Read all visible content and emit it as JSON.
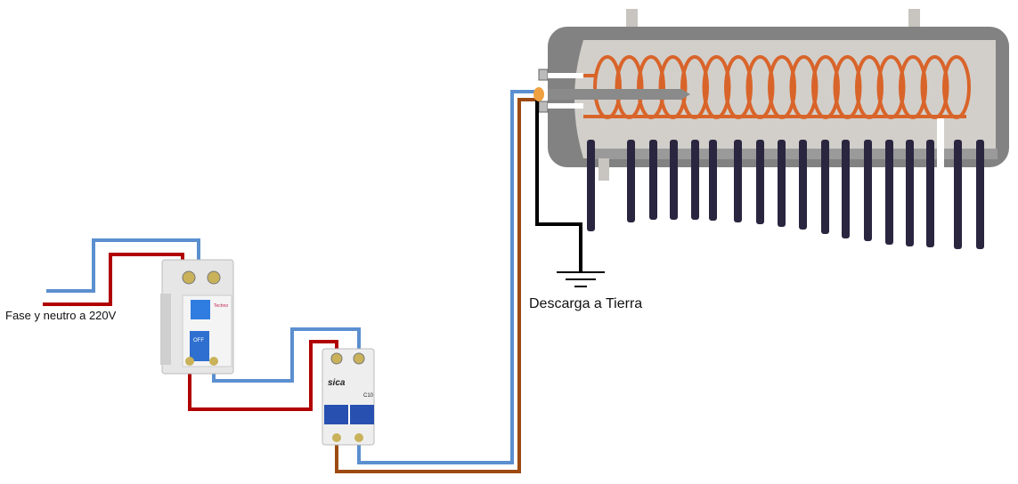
{
  "labels": {
    "supply": "Fase y neutro  a 220V",
    "ground": "Descarga a Tierra"
  },
  "devices": {
    "rcd": {
      "brand": "Techno",
      "switch_label": "OFF"
    },
    "breaker": {
      "brand": "sica",
      "rating": "C10"
    }
  },
  "colors": {
    "phase_wire": "#b00000",
    "neutral_wire": "#5b8fcf",
    "load_wire": "#9c4a12",
    "ground_wire": "#000000",
    "coil": "#d9642a",
    "tank_shell": "#808080",
    "tank_inner": "#d2cfca",
    "tubes": "#2a2640"
  }
}
